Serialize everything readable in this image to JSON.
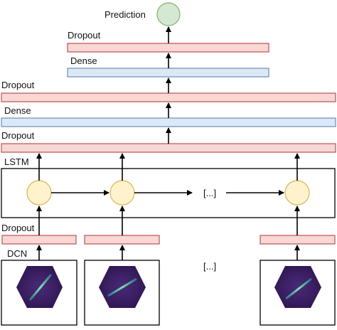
{
  "labels": {
    "prediction": "Prediction",
    "dropout": "Dropout",
    "dense": "Dense",
    "lstm": "LSTM",
    "dcn": "DCN",
    "ellipsis": "[...]"
  },
  "colors": {
    "dropout_fill": "#f8d7d5",
    "dropout_stroke": "#b85450",
    "dense_fill": "#dce8f6",
    "dense_stroke": "#6c8ebf",
    "lstm_node_fill": "#fff2cc",
    "lstm_node_stroke": "#d6b656",
    "prediction_fill": "#d5e8d4",
    "prediction_stroke": "#82b366",
    "hexagon_background": "#3b1c5a",
    "signal_track": "#3ec1a0"
  }
}
